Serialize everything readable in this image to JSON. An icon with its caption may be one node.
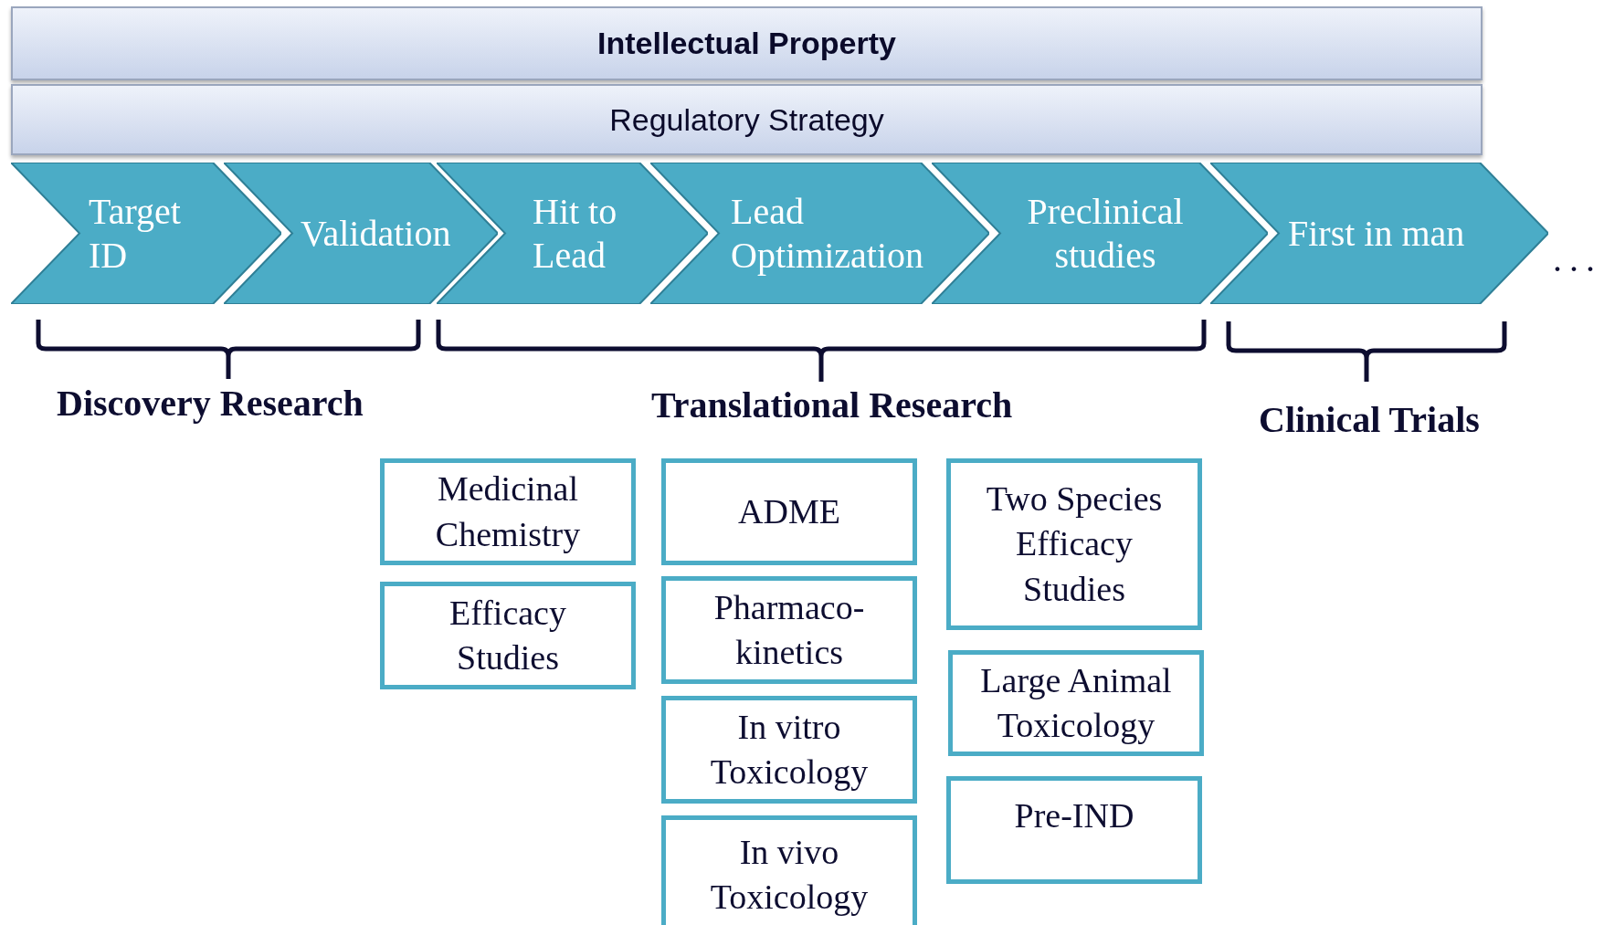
{
  "diagram": {
    "nodes": [
      {
        "text": [
          "Intellectual Property"
        ]
      },
      {
        "text": [
          "Regulatory Strategy"
        ]
      },
      {
        "text": [
          "Target ID"
        ]
      },
      {
        "text": [
          "Validation"
        ]
      },
      {
        "text": [
          "Hit to Lead"
        ]
      },
      {
        "text": [
          "Lead Optimization"
        ]
      },
      {
        "text": [
          "Preclinical studies"
        ]
      },
      {
        "text": [
          "First in man"
        ]
      },
      {
        "text": [
          "Medicinal Chemistry"
        ]
      },
      {
        "text": [
          "ADME"
        ]
      },
      {
        "text": [
          "Two Species Efficacy Studies"
        ]
      },
      {
        "text": [
          "Efficacy Studies"
        ]
      },
      {
        "text": [
          "Pharmaco- kinetics"
        ]
      },
      {
        "text": [
          "Large Animal Toxicology"
        ]
      },
      {
        "text": [
          "In vitro Toxicology"
        ]
      },
      {
        "text": [
          "Pre-IND"
        ]
      },
      {
        "text": [
          "In vivo Toxicology"
        ]
      }
    ],
    "labels": [
      "Discovery Research",
      "Translational Research",
      "Clinical Trials",
      "..."
    ]
  }
}
